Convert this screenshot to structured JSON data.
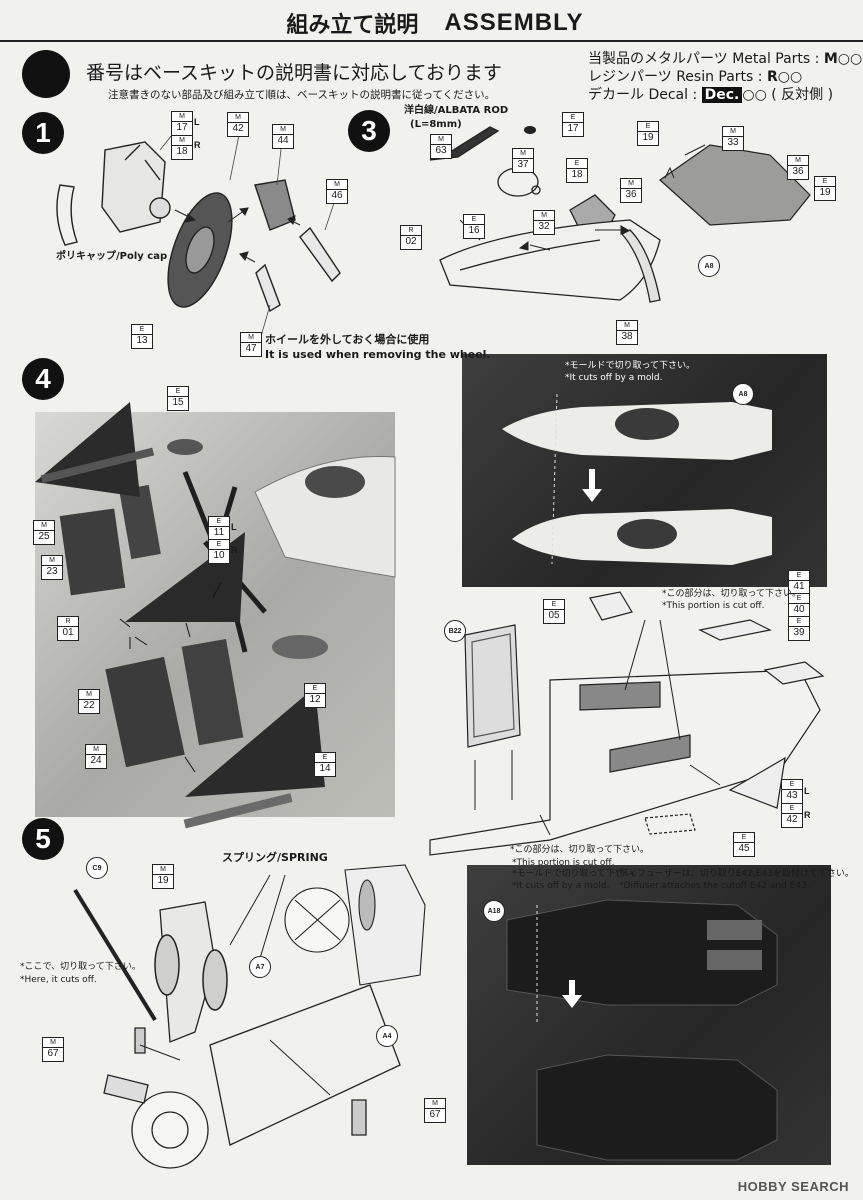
{
  "header": {
    "title_jp": "組み立て説明",
    "title_en": "ASSEMBLY"
  },
  "intro": {
    "main": "番号はベースキットの説明書に対応しております",
    "sub": "注意書きのない部品及び組み立て順は、ベースキットの説明書に従ってください。"
  },
  "legend": {
    "metal_jp": "当製品のメタルパーツ",
    "metal_en": "Metal Parts",
    "metal_code": "M○○",
    "resin_jp": "レジンパーツ",
    "resin_en": "Resin Parts",
    "resin_code": "R○○",
    "decal_jp": "デカール",
    "decal_en": "Decal",
    "decal_box": "Dec.",
    "decal_code": "○○",
    "decal_side": "( 反対側 )"
  },
  "steps": [
    "1",
    "3",
    "4",
    "5"
  ],
  "parts": [
    {
      "id": "p1",
      "letter": "M",
      "num": "17"
    },
    {
      "id": "p2",
      "letter": "M",
      "num": "18"
    },
    {
      "id": "p3",
      "letter": "M",
      "num": "42"
    },
    {
      "id": "p4",
      "letter": "M",
      "num": "44"
    },
    {
      "id": "p5",
      "letter": "M",
      "num": "46"
    },
    {
      "id": "p6",
      "letter": "M",
      "num": "47"
    },
    {
      "id": "p7",
      "letter": "E",
      "num": "17"
    },
    {
      "id": "p8",
      "letter": "M",
      "num": "63"
    },
    {
      "id": "p9",
      "letter": "M",
      "num": "37"
    },
    {
      "id": "p10",
      "letter": "E",
      "num": "18"
    },
    {
      "id": "p11",
      "letter": "M",
      "num": "36"
    },
    {
      "id": "p12",
      "letter": "E",
      "num": "16"
    },
    {
      "id": "p13",
      "letter": "M",
      "num": "32"
    },
    {
      "id": "p14",
      "letter": "R",
      "num": "02"
    },
    {
      "id": "p15",
      "letter": "M",
      "num": "38"
    },
    {
      "id": "p16",
      "letter": "E",
      "num": "19"
    },
    {
      "id": "p17",
      "letter": "M",
      "num": "33"
    },
    {
      "id": "p18",
      "letter": "M",
      "num": "36"
    },
    {
      "id": "p19",
      "letter": "E",
      "num": "19"
    },
    {
      "id": "p20",
      "letter": "E",
      "num": "13"
    },
    {
      "id": "p21",
      "letter": "E",
      "num": "15"
    },
    {
      "id": "p22",
      "letter": "M",
      "num": "25"
    },
    {
      "id": "p23",
      "letter": "M",
      "num": "23"
    },
    {
      "id": "p24",
      "letter": "E",
      "num": "11"
    },
    {
      "id": "p25",
      "letter": "E",
      "num": "10"
    },
    {
      "id": "p26",
      "letter": "R",
      "num": "01"
    },
    {
      "id": "p27",
      "letter": "M",
      "num": "22"
    },
    {
      "id": "p28",
      "letter": "M",
      "num": "24"
    },
    {
      "id": "p29",
      "letter": "E",
      "num": "12"
    },
    {
      "id": "p30",
      "letter": "E",
      "num": "14"
    },
    {
      "id": "p31",
      "letter": "E",
      "num": "05"
    },
    {
      "id": "p32",
      "letter": "E",
      "num": "41"
    },
    {
      "id": "p33",
      "letter": "E",
      "num": "40"
    },
    {
      "id": "p34",
      "letter": "E",
      "num": "39"
    },
    {
      "id": "p35",
      "letter": "E",
      "num": "43"
    },
    {
      "id": "p36",
      "letter": "E",
      "num": "42"
    },
    {
      "id": "p37",
      "letter": "E",
      "num": "45"
    },
    {
      "id": "p38",
      "letter": "M",
      "num": "19"
    },
    {
      "id": "p39",
      "letter": "M",
      "num": "67"
    },
    {
      "id": "p40",
      "letter": "M",
      "num": "67"
    }
  ],
  "sides": {
    "l": "L",
    "r": "R"
  },
  "callouts": {
    "a8": "A8",
    "a8b": "A8",
    "b22": "B22",
    "a18": "A18",
    "c9": "C9",
    "a7": "A7",
    "a4": "A4"
  },
  "labels": {
    "polycap": "ポリキャップ/Poly cap",
    "wheel_jp": "ホイールを外しておく場合に使用",
    "wheel_en": "It is used when removing the wheel.",
    "rod_1": "洋白線/ALBATA ROD",
    "rod_2": "(L=8mm)",
    "mold_jp": "*モールドで切り取って下さい。",
    "mold_en": "*It cuts off by a mold.",
    "portion_jp": "*この部分は、切り取って下さい。",
    "portion_en": "*This portion is cut off.",
    "portion2_jp": "*この部分は、切り取って下さい。",
    "portion2_en": "*This portion is cut off.",
    "spring": "スプリング/SPRING",
    "here_jp": "*ここで、切り取って下さい。",
    "here_en": "*Here, it cuts off.",
    "mold2_jp": "*モールドで切り取って下さい。",
    "mold2_en": "*It cuts off by a mold.",
    "diff_jp": "*ディフューザーは、切り取りE42,E43を取付けて下さい。",
    "diff_en": "*Diffuser attaches the cutoff E42 and E43."
  },
  "watermark": "HOBBY SEARCH"
}
